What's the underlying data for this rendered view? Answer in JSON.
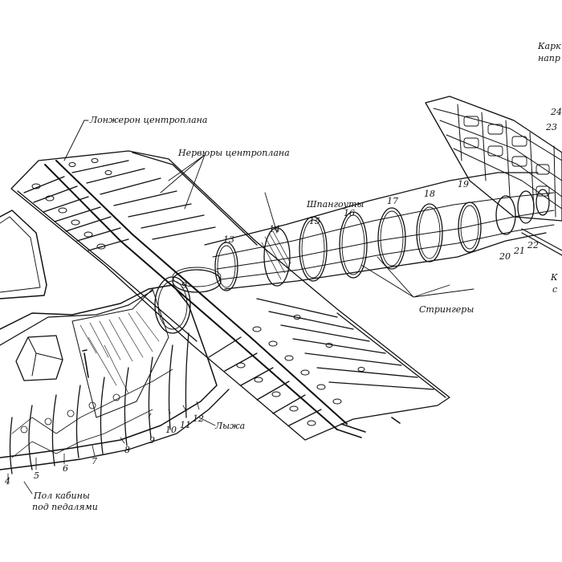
{
  "labels": {
    "spar": "Лонжерон центроплана",
    "ribs": "Нервюры центроплана",
    "frames": "Шпангоуты",
    "stringers": "Стрингеры",
    "ski": "Лыжа",
    "floor_line1": "Пол кабины",
    "floor_line2": "под педалями",
    "carcass_line1": "Карк",
    "carcass_line2": "напр",
    "right_partial": "К",
    "right_partial2": "с"
  },
  "frame_numbers": {
    "n4": "4",
    "n5": "5",
    "n6": "6",
    "n7": "7",
    "n8": "8",
    "n9a": "9",
    "n9b": "9",
    "n10": "10",
    "n11": "11",
    "n12": "12",
    "n13": "13",
    "n14": "14",
    "n15": "15",
    "n16": "16",
    "n17": "17",
    "n18": "18",
    "n19": "19",
    "n20": "20",
    "n21": "21",
    "n22": "22",
    "n23": "23",
    "n24": "24"
  },
  "colors": {
    "ink": "#111111",
    "paper": "#ffffff"
  }
}
